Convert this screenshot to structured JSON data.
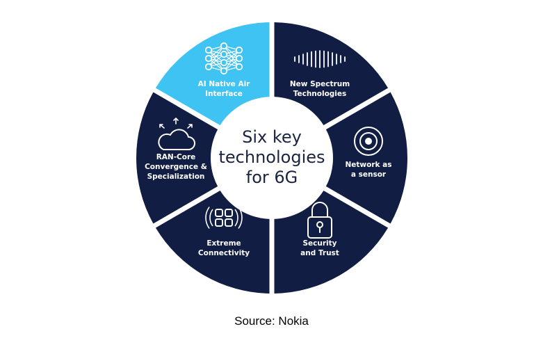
{
  "diagram": {
    "center_title_lines": [
      "Six key",
      "technologies",
      "for 6G"
    ],
    "segments": [
      {
        "lines": [
          "AI Native Air",
          "Interface"
        ],
        "icon": "neural-network-icon",
        "highlighted": true
      },
      {
        "lines": [
          "New Spectrum",
          "Technologies"
        ],
        "icon": "spectrum-wave-icon",
        "highlighted": false
      },
      {
        "lines": [
          "Network as",
          "a sensor"
        ],
        "icon": "sensor-target-icon",
        "highlighted": false
      },
      {
        "lines": [
          "Security",
          "and Trust"
        ],
        "icon": "padlock-icon",
        "highlighted": false
      },
      {
        "lines": [
          "Extreme",
          "Connectivity"
        ],
        "icon": "connectivity-grid-icon",
        "highlighted": false
      },
      {
        "lines": [
          "RAN-Core",
          "Convergence &",
          "Specialization"
        ],
        "icon": "cloud-icon",
        "highlighted": false
      }
    ],
    "colors": {
      "dark": "#111d42",
      "highlight": "#3ec3f2",
      "text_on_dark": "#ffffff",
      "center_text": "#1a2440"
    }
  },
  "caption": "Source: Nokia"
}
